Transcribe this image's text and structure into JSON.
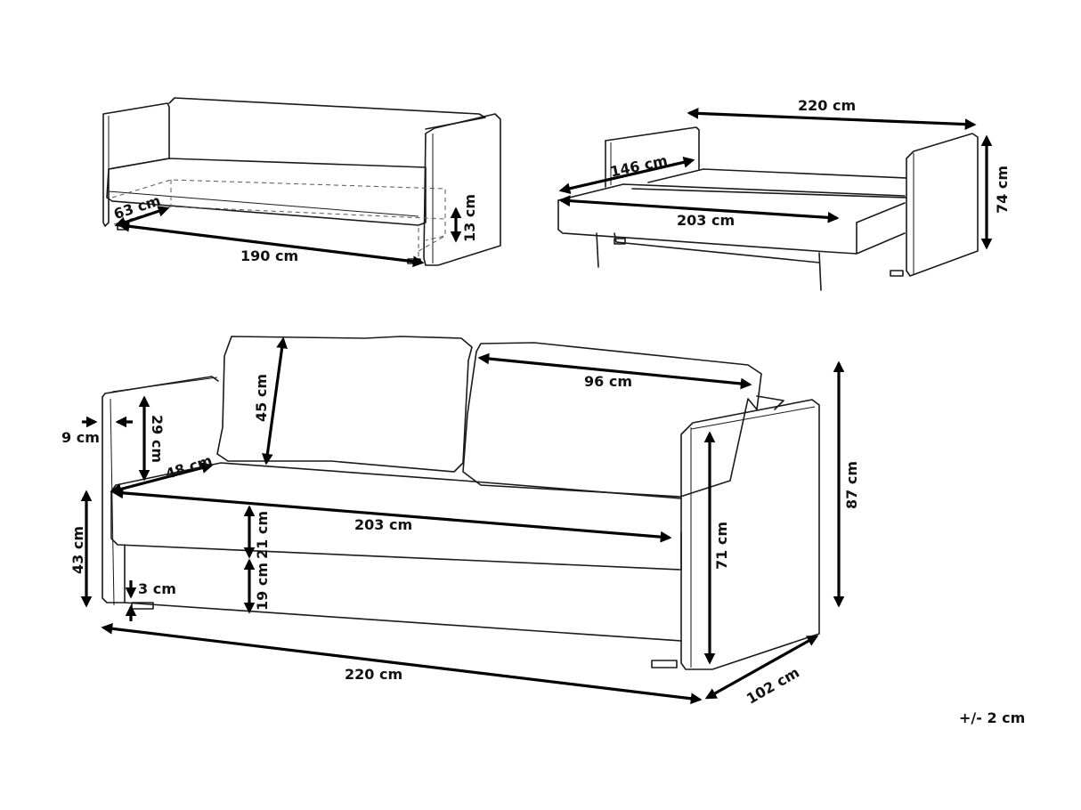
{
  "views": {
    "storage_view": {
      "description": "Sofa with hidden storage compartment (dashed)",
      "dimensions": {
        "storage_depth": "63 cm",
        "storage_length": "190 cm",
        "storage_height": "13 cm"
      }
    },
    "bed_view": {
      "description": "Sofa unfolded into bed",
      "dimensions": {
        "total_width": "220 cm",
        "bed_width": "146 cm",
        "bed_length": "203 cm",
        "armrest_height": "74 cm"
      }
    },
    "sofa_view": {
      "description": "Sofa with back cushions",
      "dimensions": {
        "cushion_height": "45 cm",
        "cushion_width": "96 cm",
        "armrest_width": "9 cm",
        "armrest_above_seat": "29 cm",
        "seat_depth": "48 cm",
        "seat_height": "43 cm",
        "seat_width": "203 cm",
        "seat_cushion_thickness": "21 cm",
        "base_height": "19 cm",
        "leg_height": "3 cm",
        "armrest_height": "71 cm",
        "total_height": "87 cm",
        "total_width": "220 cm",
        "total_depth": "102 cm"
      }
    }
  },
  "tolerance": "+/- 2 cm"
}
